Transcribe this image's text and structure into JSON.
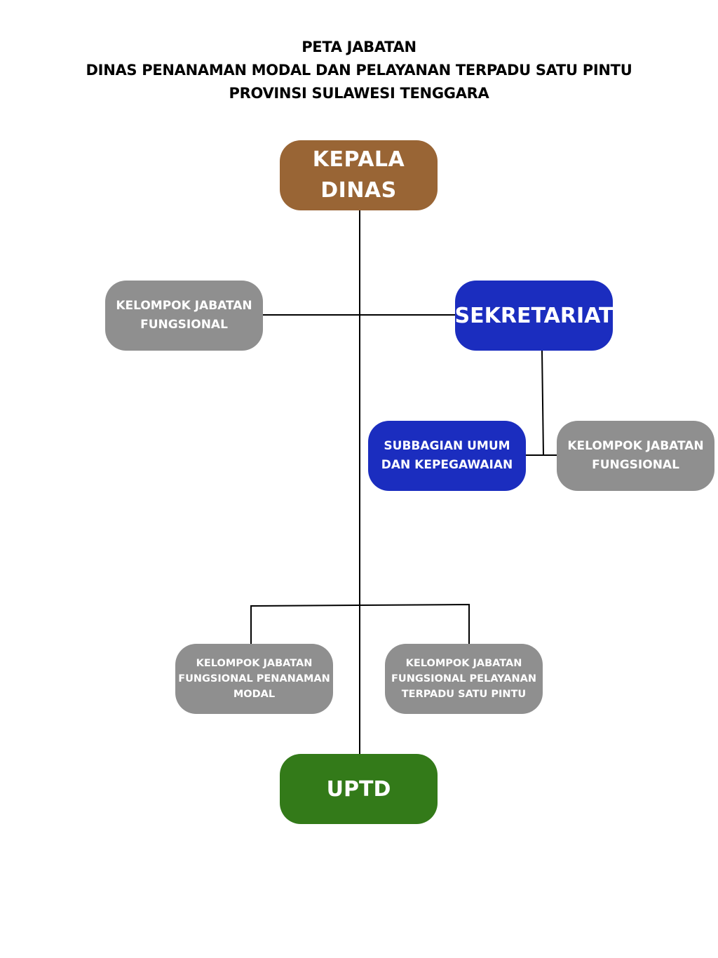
{
  "header": {
    "line1": "PETA JABATAN",
    "line2": "DINAS PENANAMAN MODAL DAN PELAYANAN TERPADU SATU PINTU",
    "line3": "PROVINSI SULAWESI TENGGARA"
  },
  "colors": {
    "kepala": "#996535",
    "sekretariat": "#1b2dbf",
    "fungsional": "#8f8f8f",
    "uptd": "#337a19",
    "connector": "#000000"
  },
  "nodes": {
    "kepala_dinas": "KEPALA DINAS",
    "kelompok_jf_left": "KELOMPOK JABATAN FUNGSIONAL",
    "sekretariat": "SEKRETARIAT",
    "subbagian": "SUBBAGIAN UMUM DAN KEPEGAWAIAN",
    "kelompok_jf_right": "KELOMPOK JABATAN FUNGSIONAL",
    "kelompok_jf_pm": "KELOMPOK JABATAN FUNGSIONAL PENANAMAN MODAL",
    "kelompok_jf_ptsp": "KELOMPOK JABATAN FUNGSIONAL PELAYANAN TERPADU SATU PINTU",
    "uptd": "UPTD"
  },
  "edges": [
    [
      "KEPALA DINAS",
      "KELOMPOK JABATAN FUNGSIONAL"
    ],
    [
      "KEPALA DINAS",
      "SEKRETARIAT"
    ],
    [
      "SEKRETARIAT",
      "SUBBAGIAN UMUM DAN KEPEGAWAIAN"
    ],
    [
      "SEKRETARIAT",
      "KELOMPOK JABATAN FUNGSIONAL"
    ],
    [
      "KEPALA DINAS",
      "KELOMPOK JABATAN FUNGSIONAL PENANAMAN MODAL"
    ],
    [
      "KEPALA DINAS",
      "KELOMPOK JABATAN FUNGSIONAL PELAYANAN TERPADU SATU PINTU"
    ],
    [
      "KEPALA DINAS",
      "UPTD"
    ]
  ]
}
